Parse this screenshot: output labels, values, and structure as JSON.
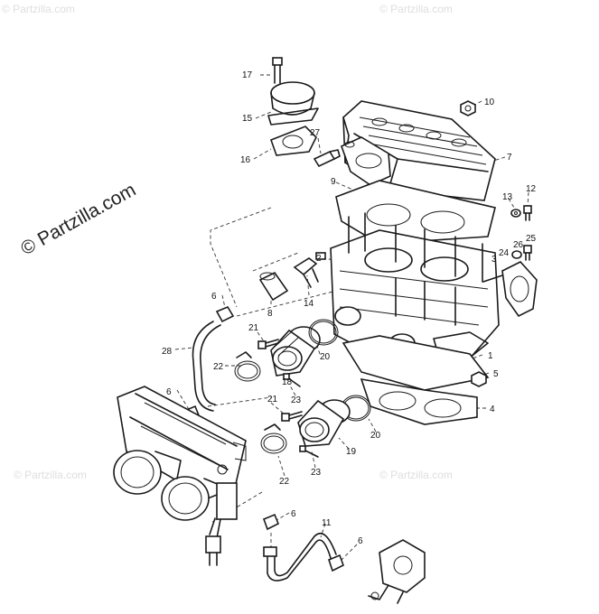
{
  "watermark": {
    "main": "© Partzilla.com",
    "faint": "© Partzilla.com"
  },
  "callouts": [
    {
      "id": "c17",
      "text": "17"
    },
    {
      "id": "c15",
      "text": "15"
    },
    {
      "id": "c16",
      "text": "16"
    },
    {
      "id": "c27",
      "text": "27"
    },
    {
      "id": "c10",
      "text": "10"
    },
    {
      "id": "c7",
      "text": "7"
    },
    {
      "id": "c9",
      "text": "9"
    },
    {
      "id": "c13",
      "text": "13"
    },
    {
      "id": "c12",
      "text": "12"
    },
    {
      "id": "c2",
      "text": "2"
    },
    {
      "id": "c14",
      "text": "14"
    },
    {
      "id": "c8",
      "text": "8"
    },
    {
      "id": "c24",
      "text": "24"
    },
    {
      "id": "c26",
      "text": "26"
    },
    {
      "id": "c25",
      "text": "25"
    },
    {
      "id": "c3",
      "text": "3"
    },
    {
      "id": "c6a",
      "text": "6"
    },
    {
      "id": "c21a",
      "text": "21"
    },
    {
      "id": "c28",
      "text": "28"
    },
    {
      "id": "c22a",
      "text": "22"
    },
    {
      "id": "c18",
      "text": "18"
    },
    {
      "id": "c20a",
      "text": "20"
    },
    {
      "id": "c1",
      "text": "1"
    },
    {
      "id": "c5",
      "text": "5"
    },
    {
      "id": "c23a",
      "text": "23"
    },
    {
      "id": "c6b",
      "text": "6"
    },
    {
      "id": "c4",
      "text": "4"
    },
    {
      "id": "c21b",
      "text": "21"
    },
    {
      "id": "c20b",
      "text": "20"
    },
    {
      "id": "c19",
      "text": "19"
    },
    {
      "id": "c22b",
      "text": "22"
    },
    {
      "id": "c23b",
      "text": "23"
    },
    {
      "id": "c6c",
      "text": "6"
    },
    {
      "id": "c11",
      "text": "11"
    },
    {
      "id": "c6d",
      "text": "6"
    }
  ]
}
